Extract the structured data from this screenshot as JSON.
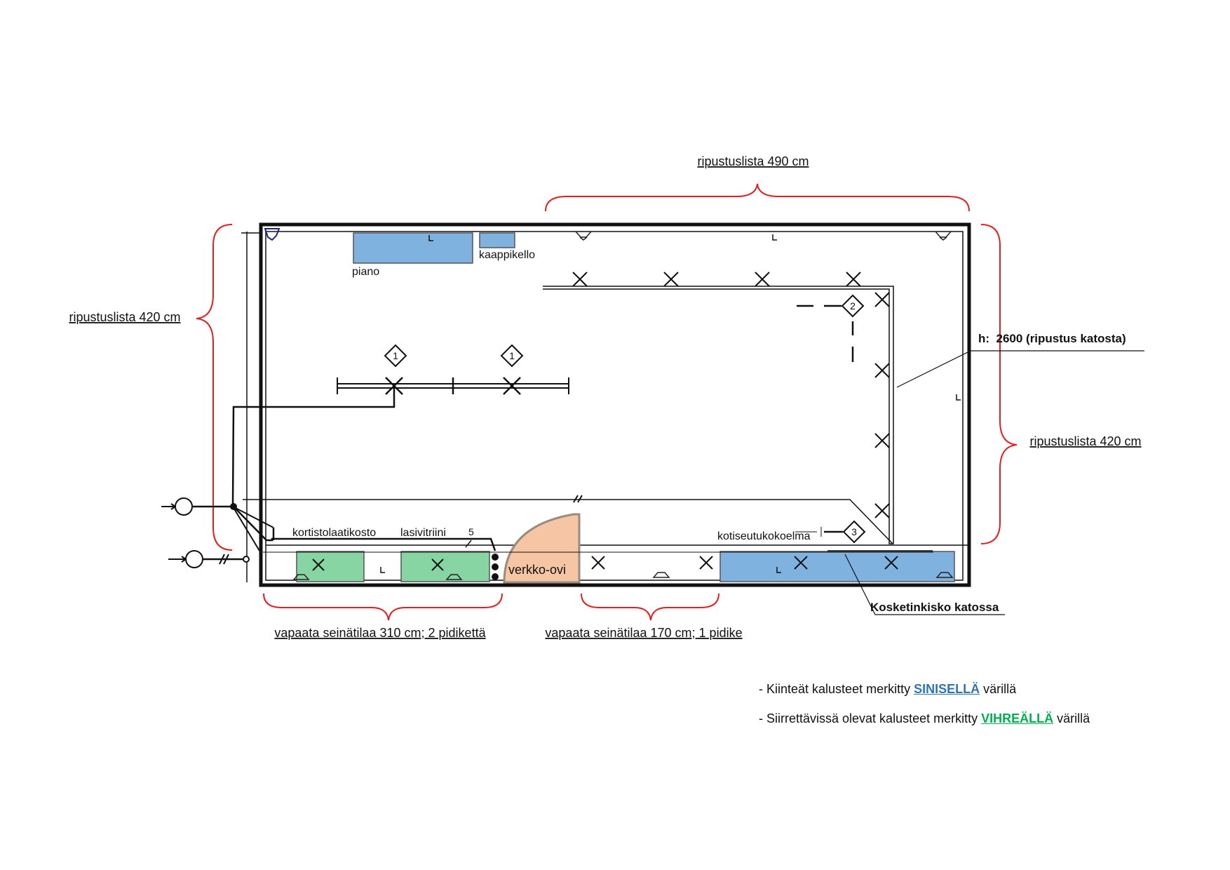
{
  "dimensions": {
    "top": "ripustuslista 490 cm",
    "left": "ripustuslista 420 cm",
    "right": "ripustuslista 420 cm",
    "bottom_left": "vapaata seinätilaa 310 cm; 2 pidikettä",
    "bottom_middle": "vapaata seinätilaa 170 cm; 1 pidike"
  },
  "labels": {
    "piano": "piano",
    "kaappikello": "kaappikello",
    "kortistolaatikosto": "kortistolaatikosto",
    "lasivitriini": "lasivitriini",
    "verkko_ovi": "verkko-ovi",
    "kotiseutukokoelma": "kotiseutukokoelma",
    "height_note": "h:  2600 (ripustus katosta)",
    "rail_note": "Kosketinkisko katossa",
    "marker_1": "1",
    "marker_2": "2",
    "marker_3": "3",
    "wire_count": "5"
  },
  "legend": [
    {
      "prefix": "- Kiinteät kalusteet merkitty ",
      "keyword": "SINISELLÄ",
      "suffix": " värillä",
      "color": "#2e75b6"
    },
    {
      "prefix": "- Siirrettävissä olevat kalusteet merkitty ",
      "keyword": "VIHREÄLLÄ",
      "suffix": " värillä",
      "color": "#00b050"
    }
  ],
  "colors": {
    "fixed_furniture": "#7fb2df",
    "movable_furniture": "#86d5a2",
    "door": "#f6c6a4",
    "dimension_brace": "#e02020"
  }
}
